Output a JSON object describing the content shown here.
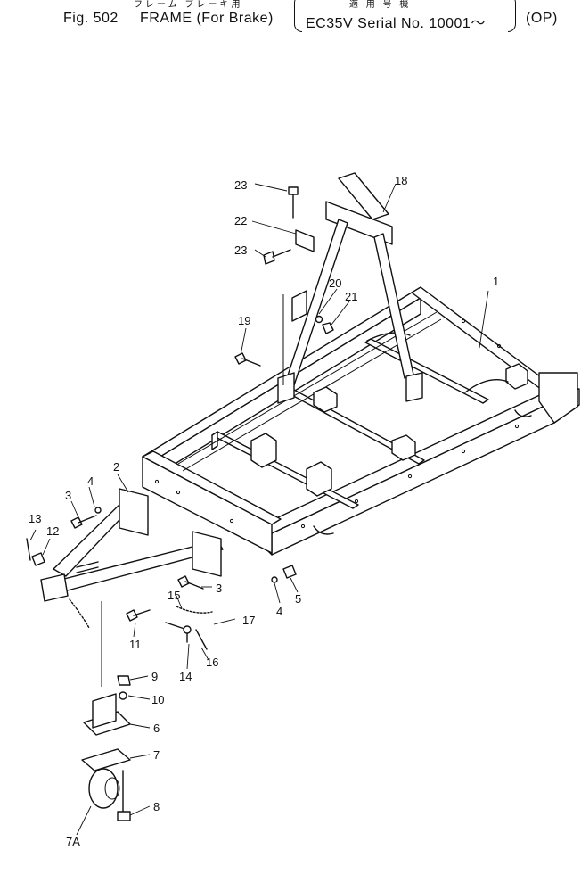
{
  "header": {
    "jp_left": "フレーム ブレーキ用",
    "jp_right": "適 用 号 機",
    "fig_label": "Fig. 502",
    "fig_title": "FRAME (For Brake)",
    "serial": "EC35V Serial No. 10001～",
    "option": "(OP)"
  },
  "callouts": [
    "1",
    "2",
    "3",
    "4",
    "5",
    "6",
    "7",
    "7A",
    "8",
    "9",
    "10",
    "11",
    "12",
    "13",
    "14",
    "15",
    "16",
    "17",
    "18",
    "19",
    "20",
    "21",
    "22",
    "23"
  ]
}
